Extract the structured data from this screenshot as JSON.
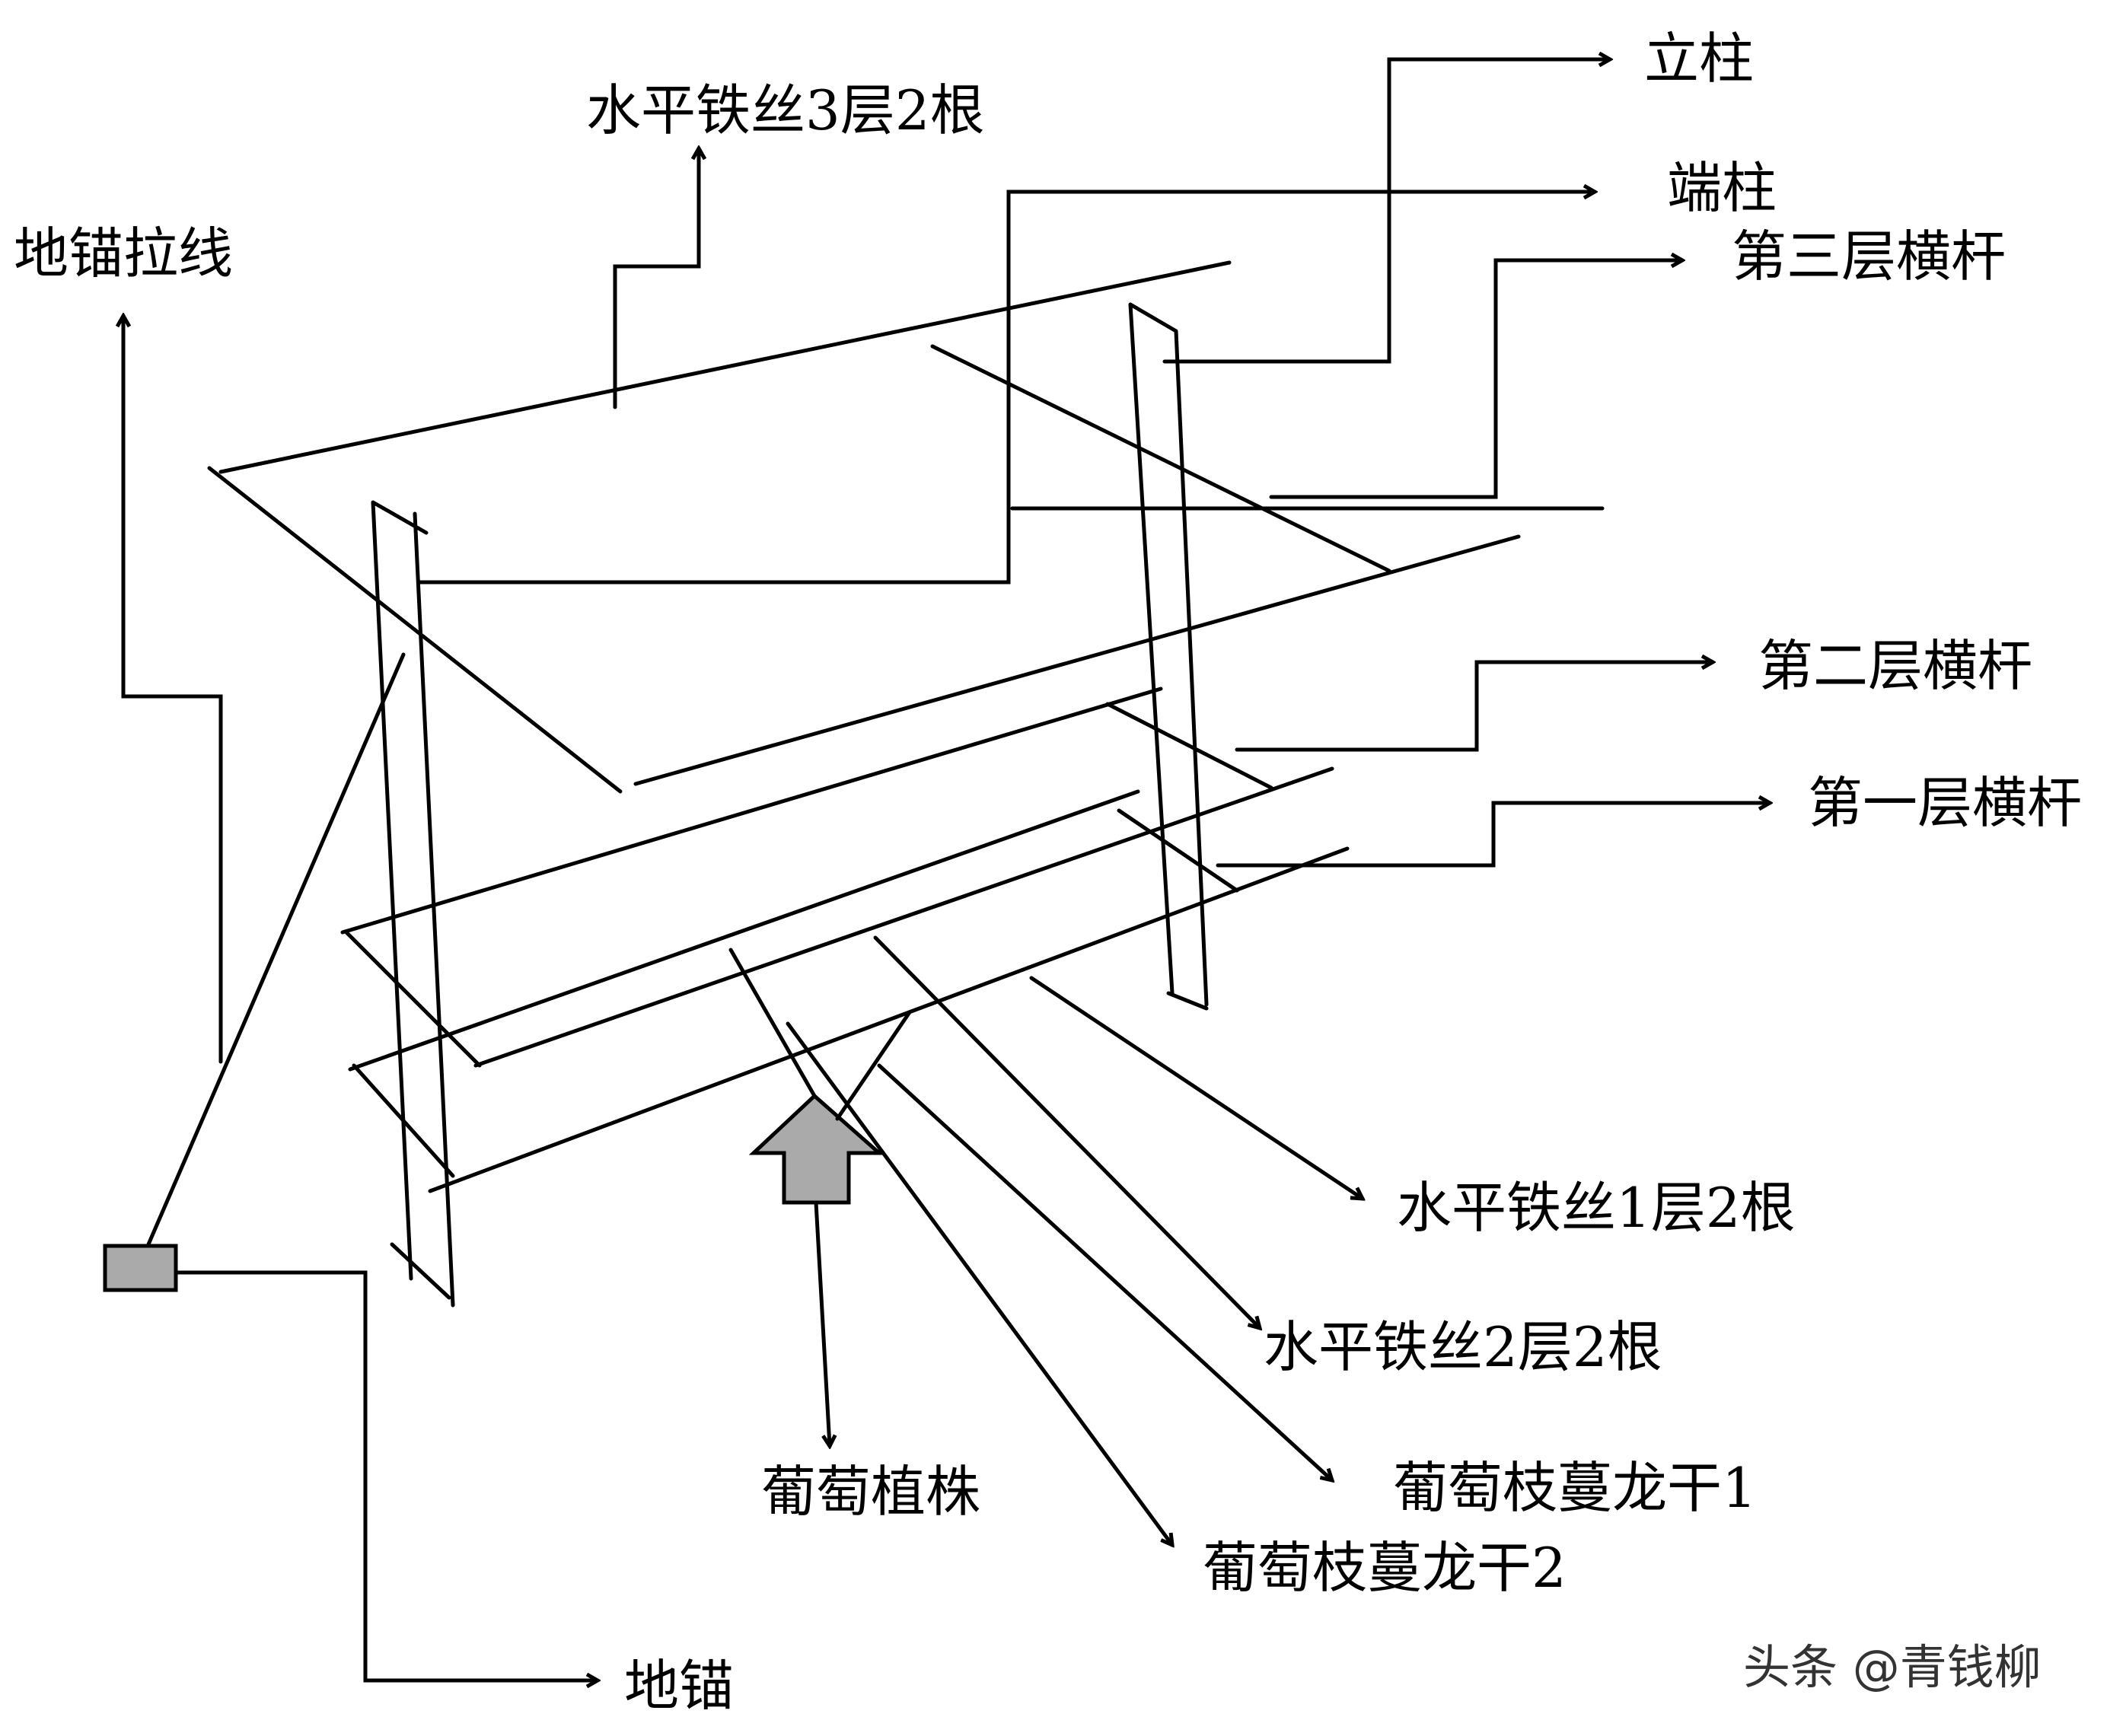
{
  "labels": {
    "pillar": "立柱",
    "end_post": "端柱",
    "wire_layer3": "水平铁丝3层2根",
    "anchor_guy": "地锚拉线",
    "crossbar3": "第三层横杆",
    "crossbar2": "第二层横杆",
    "crossbar1": "第一层横杆",
    "wire_layer1": "水平铁丝1层2根",
    "wire_layer2": "水平铁丝2层2根",
    "vine_trunk1": "葡萄枝蔓龙干1",
    "vine_trunk2": "葡萄枝蔓龙干2",
    "grape_plant": "葡萄植株",
    "ground_anchor": "地锚"
  },
  "watermark": "头条 @青钱柳",
  "colors": {
    "stroke": "#000000",
    "fill": "#aaaaaa",
    "background": "#ffffff"
  }
}
